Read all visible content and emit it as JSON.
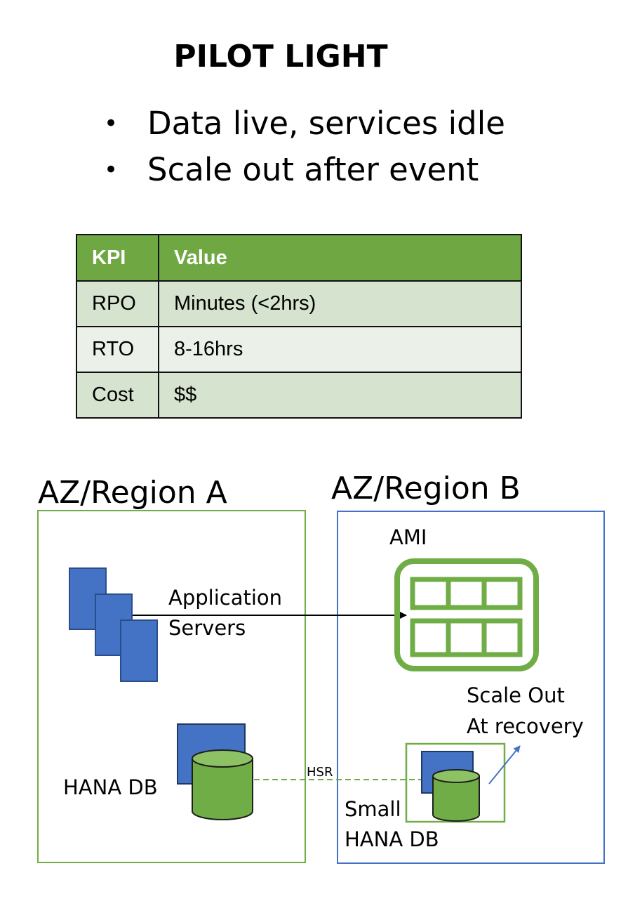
{
  "title": "PILOT LIGHT",
  "bullets": [
    "Data live, services idle",
    "Scale out after event"
  ],
  "kpi_table": {
    "headers": [
      "KPI",
      "Value"
    ],
    "rows": [
      [
        "RPO",
        "Minutes (<2hrs)"
      ],
      [
        "RTO",
        "8-16hrs"
      ],
      [
        "Cost",
        "$$"
      ]
    ]
  },
  "diagram": {
    "region_a": {
      "label": "AZ/Region A",
      "app_servers_label_line1": "Application",
      "app_servers_label_line2": "Servers",
      "db_label": "HANA DB"
    },
    "region_b": {
      "label": "AZ/Region B",
      "ami_label": "AMI",
      "scale_label_line1": "Scale Out",
      "scale_label_line2": "At recovery",
      "small_db_label_line1": "Small",
      "small_db_label_line2": "HANA DB"
    },
    "replication_label": "HSR",
    "colors": {
      "green_border": "#70ad47",
      "blue_border": "#4472c4",
      "server_fill": "#4472c4",
      "db_fill": "#70ad47",
      "header_fill": "#6fa843"
    }
  }
}
